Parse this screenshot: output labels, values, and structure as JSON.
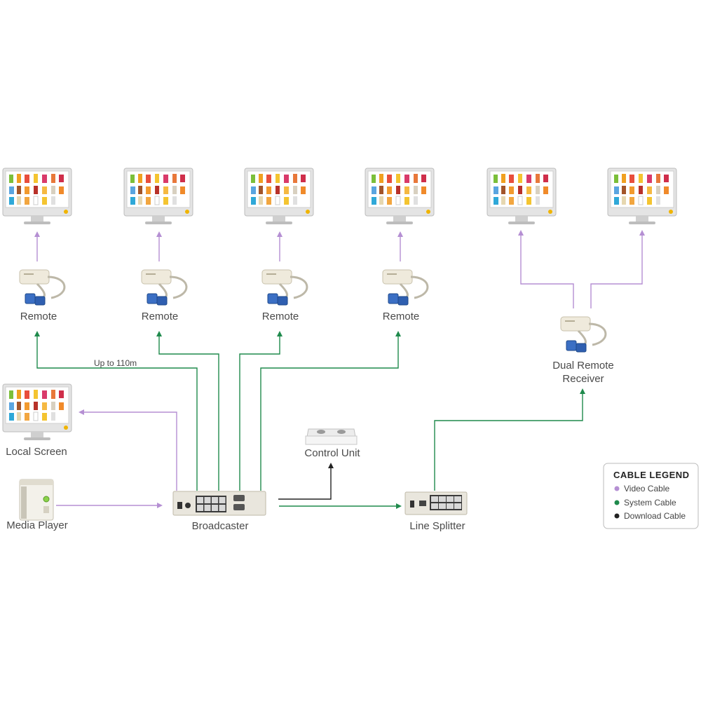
{
  "labels": {
    "remote": "Remote",
    "dual_remote_line1": "Dual Remote",
    "dual_remote_line2": "Receiver",
    "distance": "Up to 110m",
    "local_screen": "Local Screen",
    "media_player": "Media Player",
    "broadcaster": "Broadcaster",
    "control_unit": "Control Unit",
    "line_splitter": "Line Splitter"
  },
  "legend": {
    "title": "CABLE LEGEND",
    "items": [
      {
        "label": "Video Cable",
        "color": "#b58fd3"
      },
      {
        "label": "System Cable",
        "color": "#1f8a4c"
      },
      {
        "label": "Download Cable",
        "color": "#222222"
      }
    ]
  },
  "colors": {
    "video_cable": "#b58fd3",
    "system_cable": "#1f8a4c",
    "download_cable": "#222222",
    "device_body": "#e9e6dd",
    "monitor_frame": "#d9d9d9"
  }
}
